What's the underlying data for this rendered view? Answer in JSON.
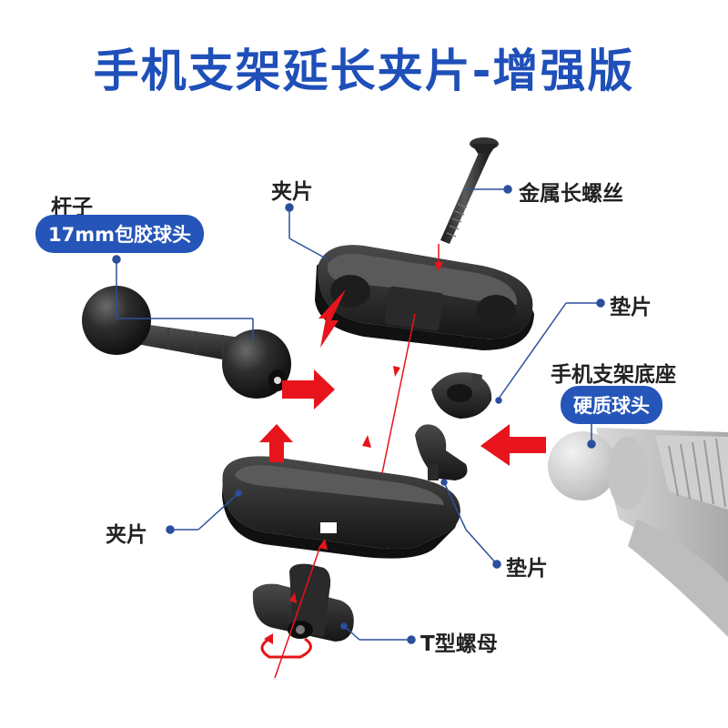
{
  "title": "手机支架延长夹片-增强版",
  "labels": {
    "rod": "杆子",
    "rod_ball": "17mm包胶球头",
    "clip_top": "夹片",
    "screw": "金属长螺丝",
    "pad_top": "垫片",
    "base": "手机支架底座",
    "base_ball": "硬质球头",
    "clip_bottom": "夹片",
    "pad_bottom": "垫片",
    "t_nut": "T型螺母"
  },
  "colors": {
    "title": "#1f4fb8",
    "pill": "#2555b8",
    "leader": "#2b4f9c",
    "arrow": "#e8141b",
    "part": "#262626"
  }
}
